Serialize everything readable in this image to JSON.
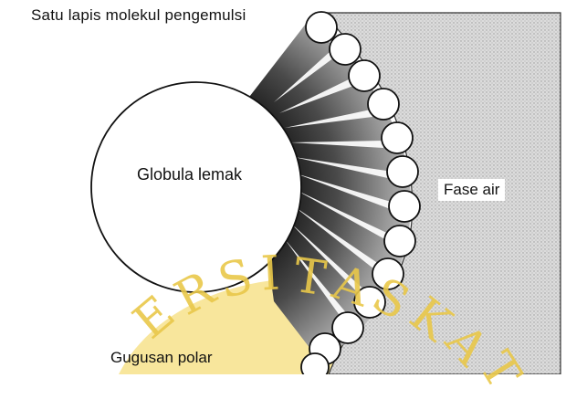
{
  "labels": {
    "monolayer": "Satu lapis molekul pengemulsi",
    "fat_globule": "Globula lemak",
    "water_phase": "Fase air",
    "polar_group": "Gugusan polar"
  },
  "watermark": {
    "letters": [
      "E",
      "R",
      "S",
      "I",
      "T",
      "A",
      "S",
      "K",
      "A",
      "T"
    ]
  },
  "colors": {
    "ink": "#111111",
    "water_fill": "#d9d9d9",
    "watermark": "#f2d24a"
  }
}
